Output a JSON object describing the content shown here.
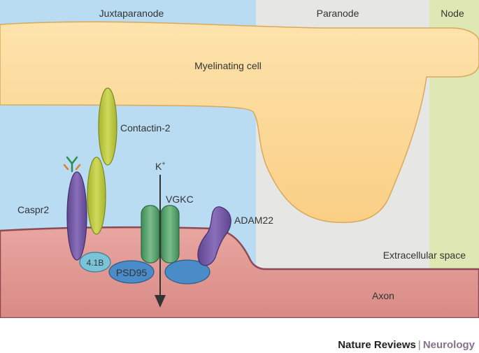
{
  "regions": {
    "juxtaparanode": "Juxtaparanode",
    "paranode": "Paranode",
    "node": "Node"
  },
  "labels": {
    "myelinating_cell": "Myelinating cell",
    "contactin2": "Contactin-2",
    "caspr2": "Caspr2",
    "vgkc": "VGKC",
    "adam22": "ADAM22",
    "protein_41b": "4.1B",
    "psd95": "PSD95",
    "k_ion": "K",
    "k_charge": "+",
    "extracellular_space": "Extracellular space",
    "axon": "Axon"
  },
  "credit": {
    "publisher": "Nature Reviews",
    "separator": "|",
    "journal": "Neurology"
  },
  "colors": {
    "juxtaparanode_bg": "#b9dcf2",
    "paranode_bg": "#e6e6e4",
    "node_bg": "#dfe8b4",
    "myelin": "#fdd592",
    "axon": "#d98a86",
    "caspr2": "#7a5ea8",
    "contactin2": "#c1cc48",
    "vgkc": "#5fa874",
    "adam22": "#7f6db2",
    "psd95": "#4a8cc8",
    "protein_41b": "#7ac3d8"
  }
}
